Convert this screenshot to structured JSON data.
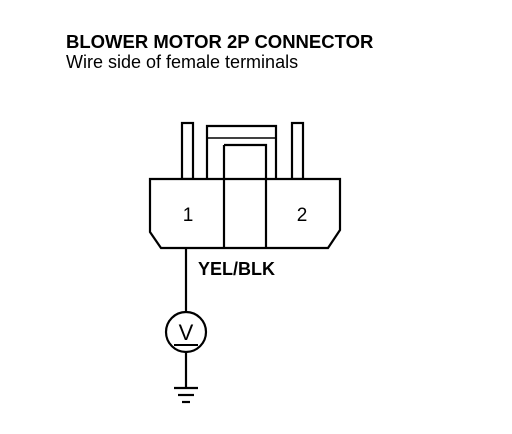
{
  "header": {
    "title": "BLOWER MOTOR 2P CONNECTOR",
    "subtitle": "Wire side of female terminals"
  },
  "connector": {
    "pins": [
      {
        "label": "1"
      },
      {
        "label": "2"
      }
    ]
  },
  "wire": {
    "color_label": "YEL/BLK"
  },
  "meter": {
    "symbol": "V"
  }
}
